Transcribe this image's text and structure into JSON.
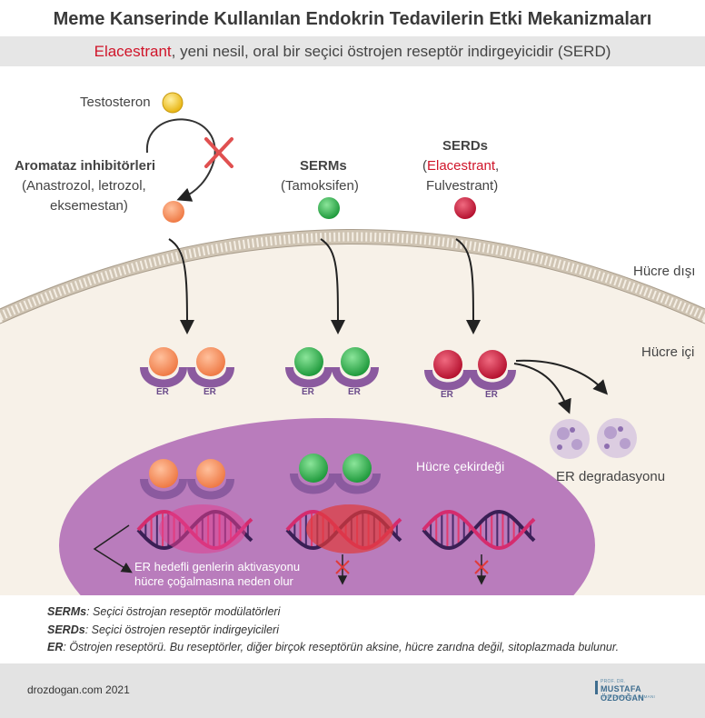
{
  "header": {
    "title": "Meme Kanserinde Kullanılan Endokrin Tedavilerin Etki Mekanizmaları",
    "subtitle_highlight": "Elacestrant",
    "subtitle_rest": ", yeni nesil, oral bir seçici östrojen reseptör indirgeyicidir (SERD)"
  },
  "labels": {
    "testosteron": "Testosteron",
    "aromataz_title": "Aromataz inhibitörleri",
    "aromataz_line1": "(Anastrozol, letrozol,",
    "aromataz_line2": "eksemestan)",
    "serms_title": "SERMs",
    "serms_sub": "(Tamoksifen)",
    "serds_title": "SERDs",
    "serds_open": "(",
    "serds_elacestrant": "Elacestrant",
    "serds_comma": ",",
    "serds_fulvestrant": "Fulvestrant)",
    "hucre_disi": "Hücre dışı",
    "hucre_ici": "Hücre içi",
    "hucre_cekirdegi": "Hücre çekirdeği",
    "er_degradasyonu": "ER degradasyonu",
    "activation_line1": "ER hedefli genlerin aktivasyonu",
    "activation_line2": "hücre çoğalmasına neden olur",
    "er": "ER"
  },
  "footer_notes": [
    {
      "term": "SERMs",
      "text": ": Seçici östrojan reseptör modülatörleri"
    },
    {
      "term": "SERDs",
      "text": ": Seçici östrojen reseptör indirgeyicileri"
    },
    {
      "term": "ER",
      "text": ": Östrojen reseptörü. Bu reseptörler, diğer birçok reseptörün aksine, hücre zarıdna değil, sitoplazmada bulunur."
    }
  ],
  "footer": {
    "site": "drozdogan.com 2021",
    "logo_top": "PROF. DR.",
    "logo_name": "MUSTAFA ÖZDOĞAN",
    "logo_bottom": "TIBBİ ONKOLOJİ UZMANI"
  },
  "colors": {
    "orange": "#f5895a",
    "green": "#2eab4a",
    "crimson": "#c81e3c",
    "yellow": "#f2c41e",
    "receptor": "#8c5aa0",
    "nucleus": "#b679b9",
    "membrane": "#d6ccbd"
  }
}
